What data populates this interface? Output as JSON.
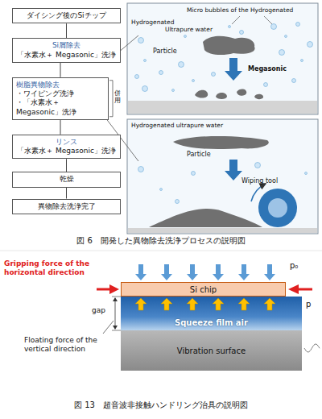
{
  "diagram": {
    "caption": "図 6　開発した異物除去洗浄プロセスの説明図",
    "nodes": [
      {
        "text": [
          "ダイシング後のSiチップ"
        ]
      },
      {
        "text": [
          "Si屑除去",
          "「水素水＋ Megasonic」洗浄"
        ]
      },
      {
        "text": [
          "樹脂異物除去",
          "・ワイピング洗浄",
          "・「水素水＋ Megasonic」洗浄"
        ]
      },
      {
        "text": [
          "リンス",
          "「水素水＋ Megasonic」洗浄"
        ]
      },
      {
        "text": [
          "乾燥"
        ]
      },
      {
        "text": [
          "異物除去洗浄完了"
        ]
      },
      {
        "text": [
          "Si chip"
        ]
      },
      {
        "text": [
          "Squeeze film air"
        ]
      },
      {
        "text": [
          "Vibration surface"
        ]
      }
    ],
    "edges": [
      {
        "from": 0,
        "to": 1,
        "arrow": "none"
      },
      {
        "from": 1,
        "to": 2,
        "arrow": "none"
      },
      {
        "from": 2,
        "to": 3,
        "arrow": "none"
      },
      {
        "from": 3,
        "to": 4,
        "arrow": "none"
      },
      {
        "from": 4,
        "to": 5,
        "arrow": "none"
      }
    ],
    "labels": [
      "Micro bubbles of the Hydrogenated",
      "Hydrogenated",
      "Ultrapure water",
      "Particle",
      "Megasonic",
      "Hydrogenated ultrapure water",
      "Particle",
      "Wiping tool",
      "併用",
      "図 13　超音波非接触ハンドリング治具の説明図",
      "Gripping force of the horizontal direction",
      "p₀",
      "p",
      "gap",
      "Floating force of the vertical direction"
    ]
  }
}
